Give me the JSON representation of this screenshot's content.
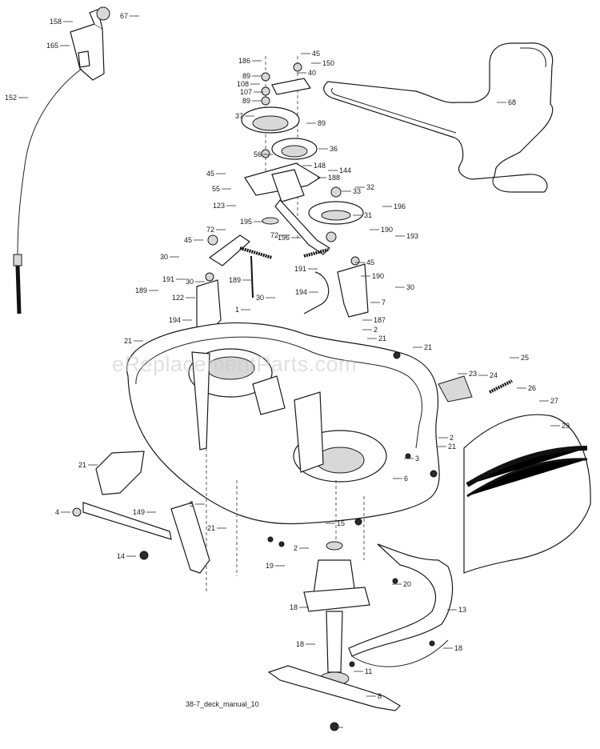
{
  "watermark": "eReplacementParts.com",
  "caption": "38-7_deck_manual_10",
  "callouts": [
    "158",
    "67",
    "165",
    "152",
    "186",
    "45",
    "150",
    "89",
    "40",
    "108",
    "107",
    "89",
    "37",
    "89",
    "56",
    "36",
    "68",
    "45",
    "148",
    "144",
    "55",
    "188",
    "33",
    "32",
    "123",
    "196",
    "195",
    "31",
    "72",
    "72",
    "190",
    "45",
    "196",
    "193",
    "191",
    "45",
    "30",
    "190",
    "191",
    "30",
    "189",
    "189",
    "30",
    "122",
    "30",
    "194",
    "194",
    "7",
    "1",
    "21",
    "187",
    "2",
    "21",
    "21",
    "23",
    "24",
    "25",
    "26",
    "27",
    "29",
    "21",
    "2",
    "3",
    "21",
    "6",
    "149",
    "5",
    "4",
    "21",
    "15",
    "2",
    "19",
    "14",
    "18",
    "20",
    "13",
    "18",
    "18",
    "11",
    "8"
  ]
}
